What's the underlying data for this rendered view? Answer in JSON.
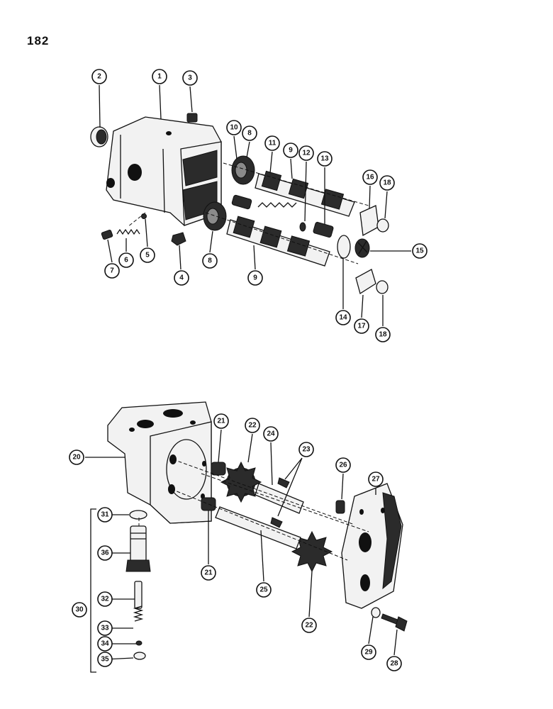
{
  "page_number": "182",
  "callouts": {
    "c1": "1",
    "c2": "2",
    "c3": "3",
    "c4": "4",
    "c5": "5",
    "c6": "6",
    "c7": "7",
    "c8a": "8",
    "c8b": "8",
    "c9a": "9",
    "c9b": "9",
    "c10": "10",
    "c11": "11",
    "c12": "12",
    "c13": "13",
    "c14": "14",
    "c15": "15",
    "c16": "16",
    "c17": "17",
    "c18a": "18",
    "c18b": "18",
    "c20": "20",
    "c21a": "21",
    "c21b": "21",
    "c22a": "22",
    "c22b": "22",
    "c23": "23",
    "c24": "24",
    "c25": "25",
    "c26": "26",
    "c27": "27",
    "c28": "28",
    "c29": "29",
    "c30": "30",
    "c31": "31",
    "c32": "32",
    "c33": "33",
    "c34": "34",
    "c35": "35",
    "c36": "36"
  }
}
